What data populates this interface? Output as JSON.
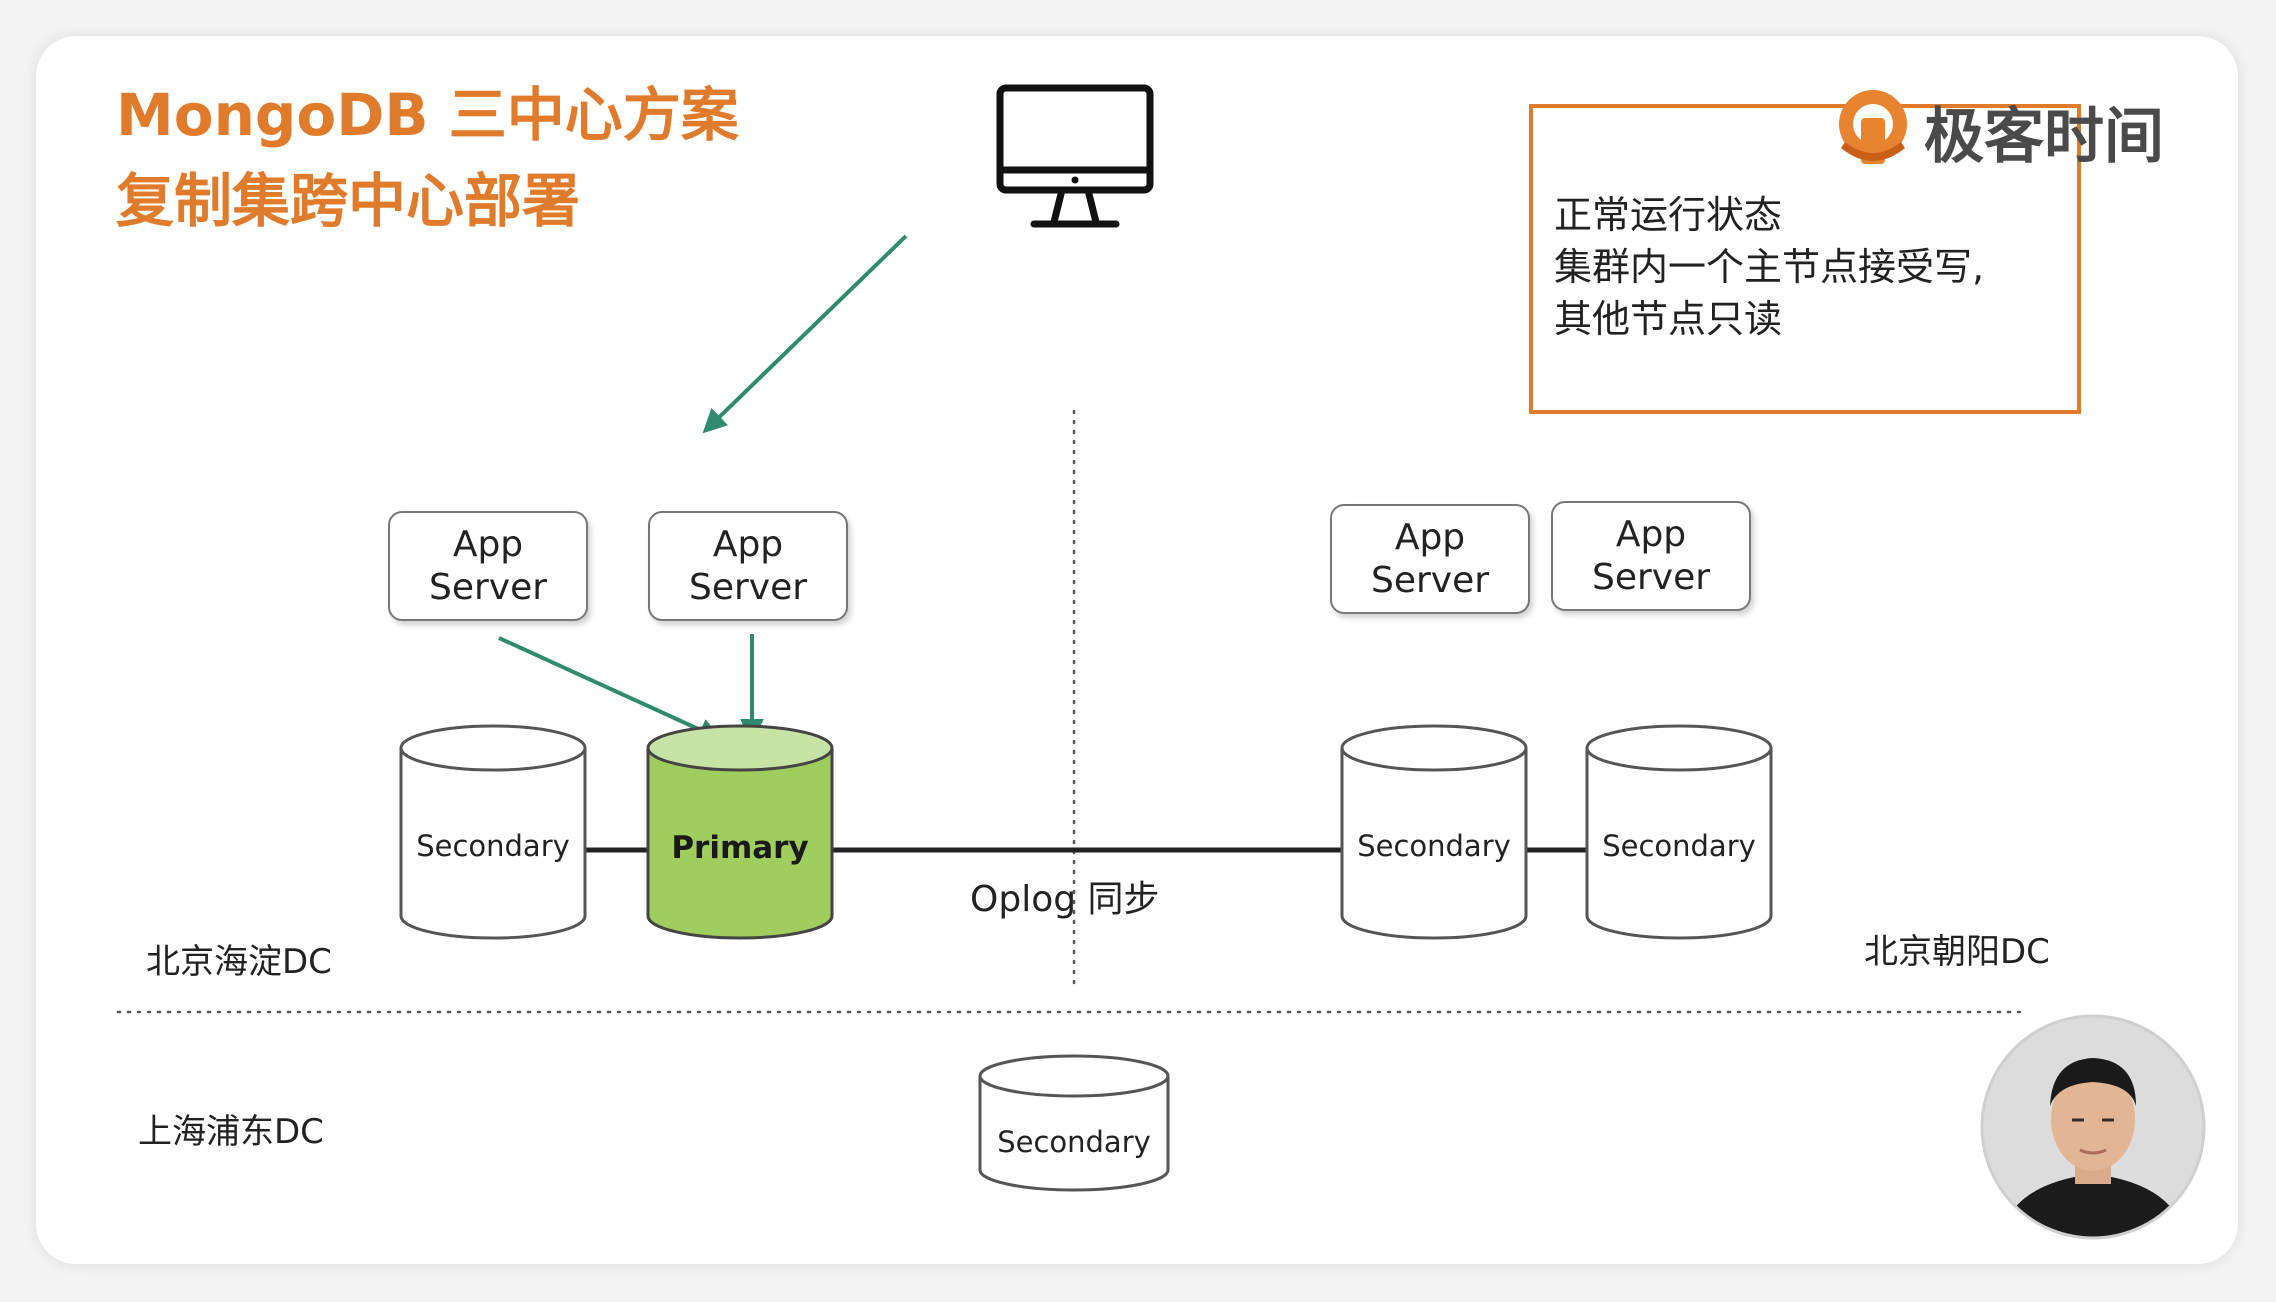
{
  "slide": {
    "title": "MongoDB 三中心方案",
    "subtitle": "复制集跨中心部署",
    "brand": "极客时间",
    "note_lines": [
      "正常运行状态",
      "集群内一个主节点接受写,",
      "其他节点只读"
    ],
    "oplog_label": "Oplog 同步",
    "dc_haidian": "北京海淀DC",
    "dc_chaoyang": "北京朝阳DC",
    "dc_pudong": "上海浦东DC",
    "app_servers": [
      {
        "line1": "App",
        "line2": "Server"
      },
      {
        "line1": "App",
        "line2": "Server"
      },
      {
        "line1": "App",
        "line2": "Server"
      },
      {
        "line1": "App",
        "line2": "Server"
      }
    ],
    "db_nodes": [
      {
        "label": "Secondary",
        "role": "secondary"
      },
      {
        "label": "Primary",
        "role": "primary"
      },
      {
        "label": "Secondary",
        "role": "secondary"
      },
      {
        "label": "Secondary",
        "role": "secondary"
      },
      {
        "label": "Secondary",
        "role": "secondary"
      }
    ]
  },
  "colors": {
    "accent_orange": "#e07b2c",
    "arrow_green": "#2e8b6e",
    "primary_fill": "#9fcd5e",
    "primary_top": "#c6e2a4"
  },
  "icons": [
    "monitor-icon",
    "brand-logo-icon",
    "presenter-avatar"
  ]
}
